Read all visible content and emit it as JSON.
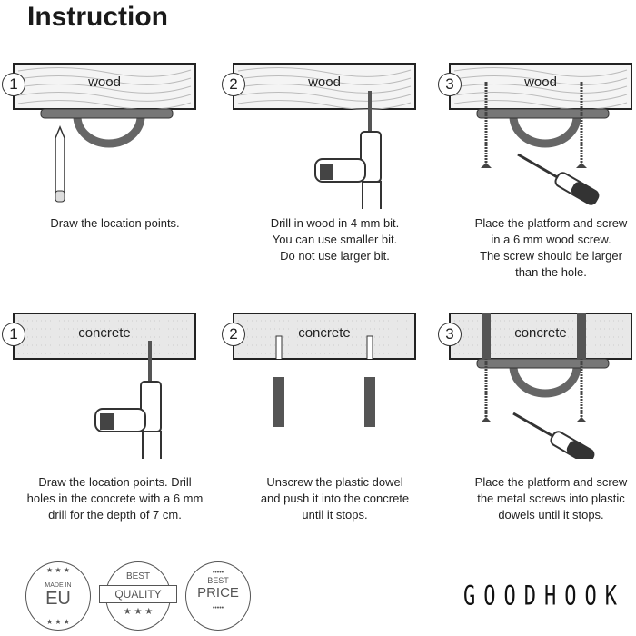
{
  "title": "Instruction",
  "panels": [
    {
      "step": "1",
      "material": "wood",
      "tool": "pencil",
      "caption": [
        "Draw the location points."
      ]
    },
    {
      "step": "2",
      "material": "wood",
      "tool": "drill",
      "caption": [
        "Drill in wood in 4 mm bit.",
        "You can use smaller bit.",
        "Do not use larger bit."
      ]
    },
    {
      "step": "3",
      "material": "wood",
      "tool": "screwdriver",
      "caption": [
        "Place the platform and screw",
        "in a 6 mm wood screw.",
        "The screw should be larger",
        "than the hole."
      ]
    },
    {
      "step": "1",
      "material": "concrete",
      "tool": "drill",
      "caption": [
        "Draw the location points. Drill",
        "holes in the concrete with a 6 mm",
        "drill for the depth of 7 cm."
      ]
    },
    {
      "step": "2",
      "material": "concrete",
      "tool": "dowel",
      "caption": [
        "Unscrew the plastic dowel",
        "and push it into the concrete",
        "until it stops."
      ]
    },
    {
      "step": "3",
      "material": "concrete",
      "tool": "screwdriver",
      "caption": [
        "Place the platform and screw",
        "the metal screws into plastic",
        "dowels until it stops."
      ]
    }
  ],
  "badges": {
    "eu_top": "MADE IN",
    "eu_main": "EU",
    "quality_top": "BEST",
    "quality_main": "QUALITY",
    "price_top": "BEST",
    "price_main": "PRICE"
  },
  "brand": "GOODHOOK",
  "colors": {
    "platform": "#777777",
    "wood": "#f4f4f4",
    "concrete": "#e8e8e8",
    "dowel": "#555555"
  }
}
